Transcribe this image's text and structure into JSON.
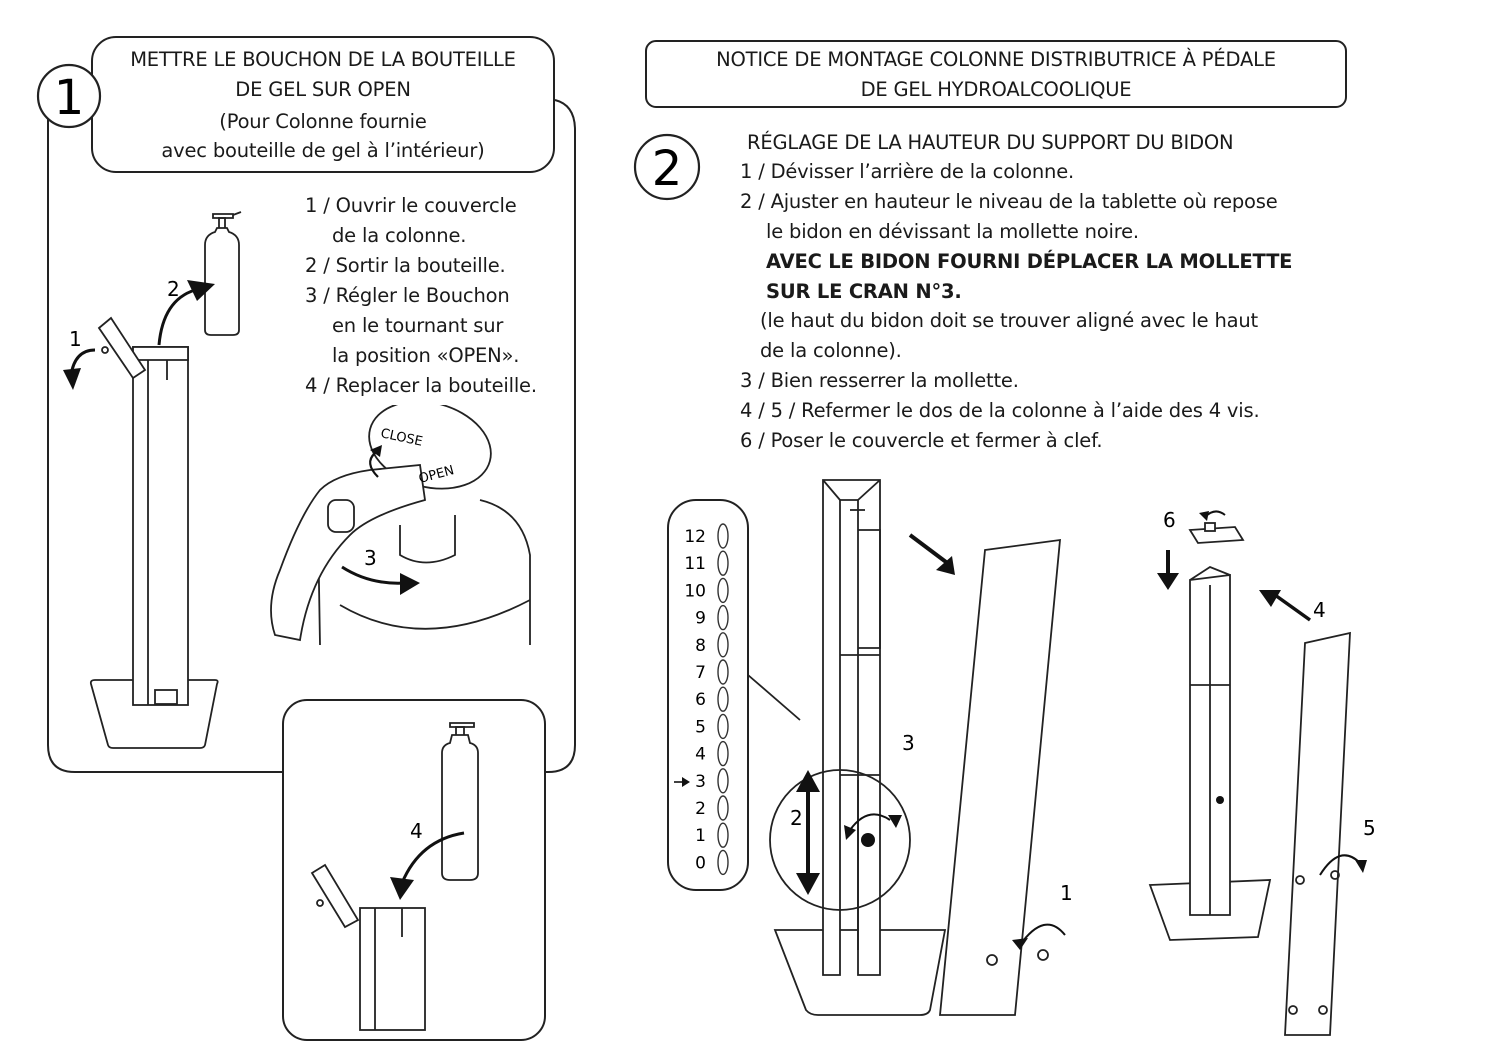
{
  "step1": {
    "number": "1",
    "title_line1": "METTRE LE BOUCHON DE LA BOUTEILLE",
    "title_line2": "DE GEL SUR OPEN",
    "subtitle_line1": "(Pour Colonne fournie",
    "subtitle_line2": "avec bouteille de gel à l’intérieur)",
    "instructions": [
      "1 / Ouvrir le couvercle",
      "de la colonne.",
      "2 / Sortir la bouteille.",
      "3 / Régler le Bouchon",
      "en le tournant sur",
      "la position «OPEN».",
      "4 / Replacer la bouteille."
    ],
    "callouts": {
      "c1": "1",
      "c2": "2",
      "c3": "3",
      "c4": "4"
    },
    "cap_labels": {
      "close": "CLOSE",
      "open": "OPEN"
    }
  },
  "header": {
    "line1": "NOTICE DE MONTAGE COLONNE DISTRIBUTRICE À PÉDALE",
    "line2": "DE GEL HYDROALCOOLIQUE"
  },
  "step2": {
    "number": "2",
    "title": "RÉGLAGE DE LA HAUTEUR DU SUPPORT DU BIDON",
    "lines": [
      "1 / Dévisser l’arrière de la colonne.",
      "2 / Ajuster en hauteur le niveau de la tablette où repose",
      "le bidon en dévissant la mollette noire.",
      "AVEC LE BIDON FOURNI DÉPLACER LA MOLLETTE",
      "SUR LE CRAN N°3.",
      "(le haut du bidon doit se trouver aligné avec le haut",
      "de la colonne).",
      "3 / Bien resserrer la mollette.",
      "4 / 5 / Refermer le dos de la colonne à l’aide des 4 vis.",
      "6 / Poser le couvercle et fermer à clef."
    ],
    "scale": [
      "12",
      "11",
      "10",
      "9",
      "8",
      "7",
      "6",
      "5",
      "4",
      "3",
      "2",
      "1",
      "0"
    ],
    "callouts": {
      "c1": "1",
      "c2": "2",
      "c3": "3",
      "c4": "4",
      "c5": "5",
      "c6": "6"
    }
  }
}
